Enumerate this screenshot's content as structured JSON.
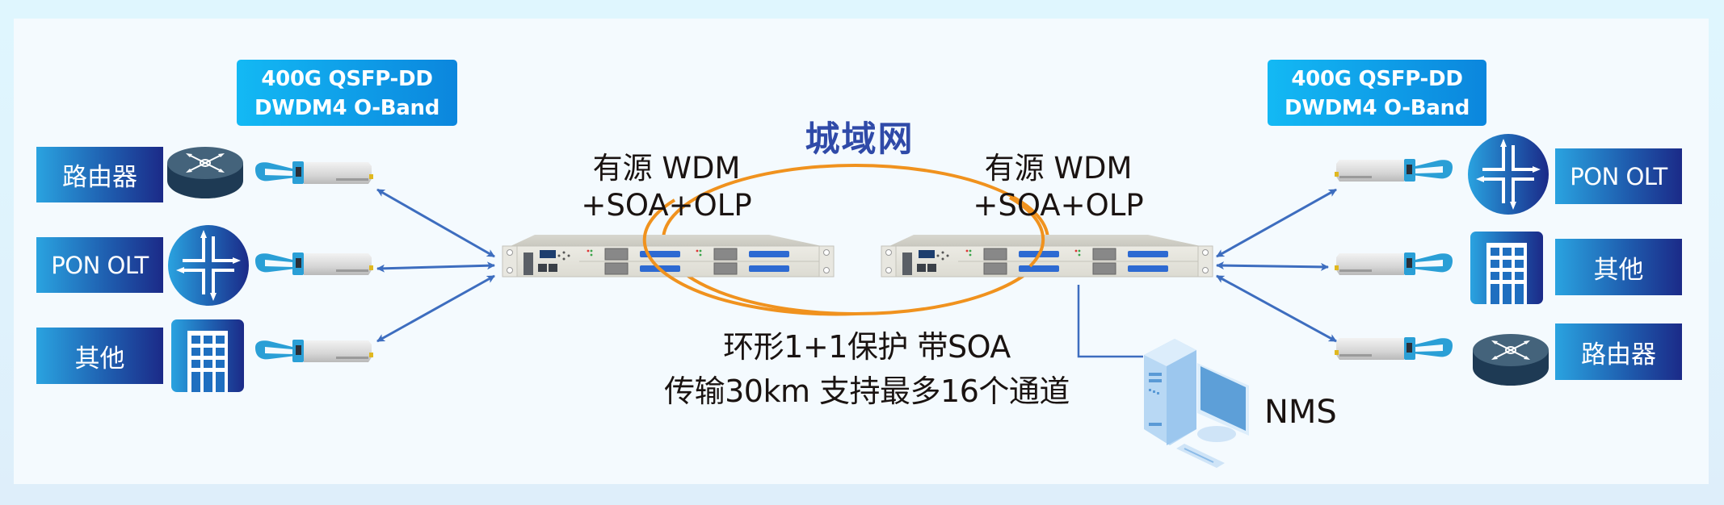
{
  "diagram": {
    "title": "城域网",
    "left_site": {
      "module_label": {
        "line1": "400G QSFP-DD",
        "line2": "DWDM4 O-Band"
      },
      "devices": [
        {
          "label": "路由器",
          "icon": "router-icon"
        },
        {
          "label": "PON OLT",
          "icon": "olt-switch-icon"
        },
        {
          "label": "其他",
          "icon": "building-icon"
        }
      ],
      "node": {
        "line1": "有源 WDM",
        "line2": "+SOA+OLP"
      }
    },
    "right_site": {
      "module_label": {
        "line1": "400G QSFP-DD",
        "line2": "DWDM4 O-Band"
      },
      "devices": [
        {
          "label": "PON OLT",
          "icon": "olt-switch-icon"
        },
        {
          "label": "其他",
          "icon": "building-icon"
        },
        {
          "label": "路由器",
          "icon": "router-icon"
        }
      ],
      "node": {
        "line1": "有源 WDM",
        "line2": "+SOA+OLP"
      }
    },
    "caption": {
      "line1": "环形1+1保护 带SOA",
      "line2": "传输30km 支持最多16个通道"
    },
    "nms_label": "NMS",
    "colors": {
      "outer_bg": "#dff5fe",
      "panel_bg": "#f4fafe",
      "module_box_start": "#13b9f4",
      "module_box_end": "#0b86dd",
      "device_label_start": "#2aa3e0",
      "device_label_end": "#1b2a88",
      "title": "#2f4aa8",
      "ring": "#f0921e",
      "arrow": "#3d6dbf",
      "text": "#1a1311"
    }
  }
}
